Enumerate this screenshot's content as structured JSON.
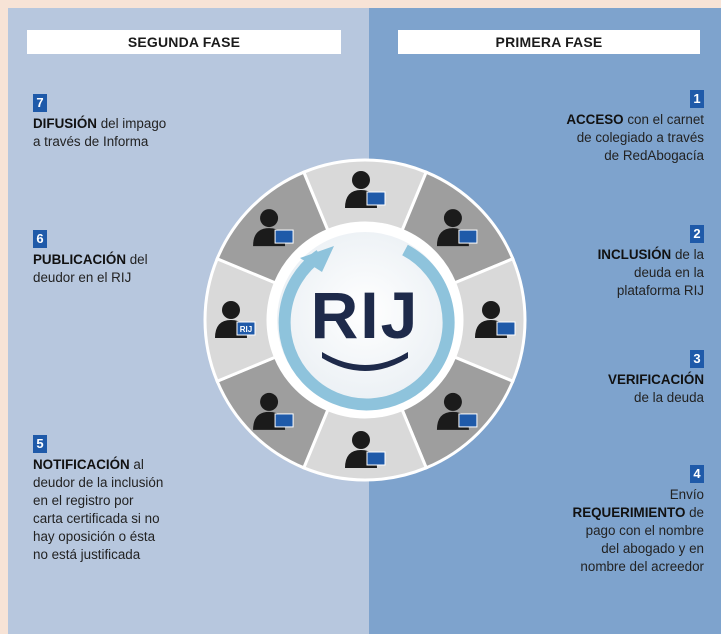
{
  "phases": {
    "left_title": "SEGUNDA FASE",
    "right_title": "PRIMERA FASE"
  },
  "center_label": "RIJ",
  "folder_label": "RIJ",
  "steps": [
    {
      "num": "1",
      "bold": "ACCESO",
      "rest_lines": [
        " con el carnet",
        "de colegiado a través",
        "de RedAbogacía"
      ]
    },
    {
      "num": "2",
      "bold": "INCLUSIÓN",
      "rest_lines": [
        " de la",
        "deuda en la",
        "plataforma RIJ"
      ]
    },
    {
      "num": "3",
      "bold": "VERIFICACIÓN",
      "rest_lines": [
        "",
        "de la deuda"
      ]
    },
    {
      "num": "4",
      "pre": "Envío",
      "bold": "REQUERIMIENTO",
      "rest_lines": [
        " de",
        "pago con el nombre",
        "del abogado y en",
        "nombre del acreedor"
      ]
    },
    {
      "num": "5",
      "bold": "NOTIFICACIÓN",
      "rest_lines": [
        " al",
        "deudor de la inclusión",
        "en el registro por",
        "carta certificada si no",
        "hay oposición o ésta",
        "no está justificada"
      ]
    },
    {
      "num": "6",
      "bold": "PUBLICACIÓN",
      "rest_lines": [
        " del",
        "deudor en el RIJ"
      ]
    },
    {
      "num": "7",
      "bold": "DIFUSIÓN",
      "rest_lines": [
        " del impago",
        "a través de Informa"
      ]
    }
  ],
  "colors": {
    "accent": "#1f5aa9",
    "segment_light": "#d9d9d9",
    "segment_dark": "#9e9e9e",
    "ring": "#8ec3dc"
  },
  "icons": [
    "search-profile-icon",
    "user-computer-icon",
    "user-folder-icon",
    "user-tie-folder-icon",
    "user-mail-icon",
    "money-bag-euro-icon",
    "rij-folder-user-icon",
    "user-mail-icon"
  ]
}
